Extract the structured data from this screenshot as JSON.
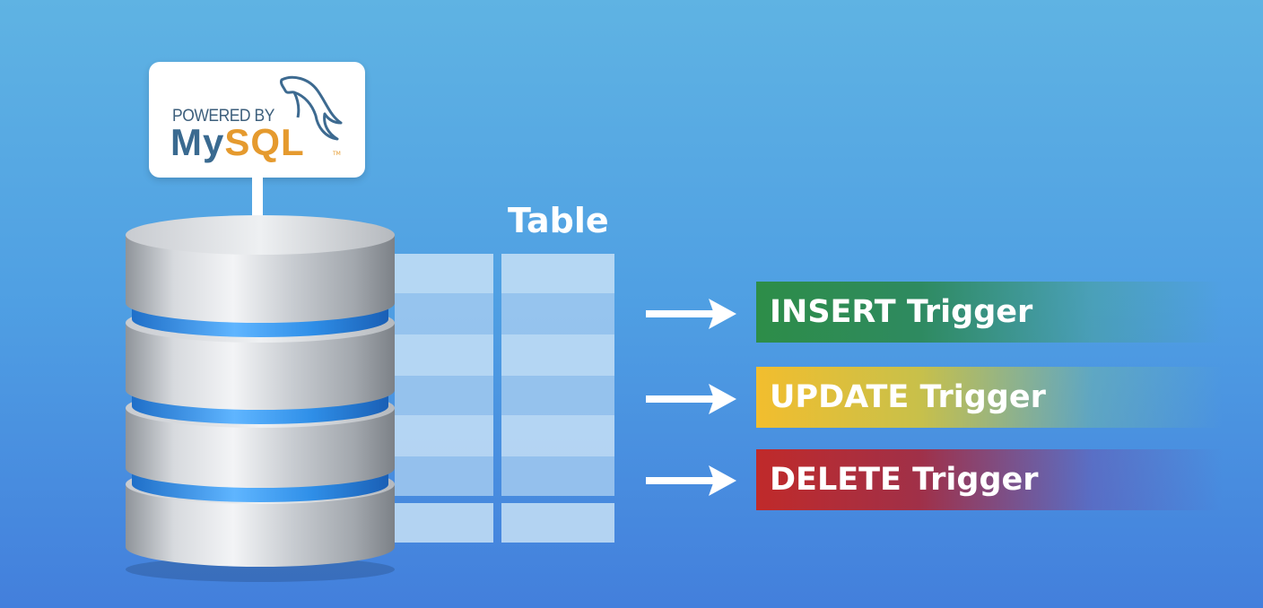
{
  "logo": {
    "powered_by": "POWERED BY",
    "brand_my": "My",
    "brand_sql": "SQL",
    "trademark": "TM"
  },
  "table": {
    "title": "Table"
  },
  "triggers": [
    {
      "label": "INSERT Trigger",
      "color": "#2d8d48"
    },
    {
      "label": "UPDATE Trigger",
      "color": "#f2be2e"
    },
    {
      "label": "DELETE Trigger",
      "color": "#c02a2a"
    }
  ],
  "colors": {
    "background_top": "#5fb3e3",
    "background_bottom": "#437fdc",
    "database_ring": "#2f8fe8"
  }
}
